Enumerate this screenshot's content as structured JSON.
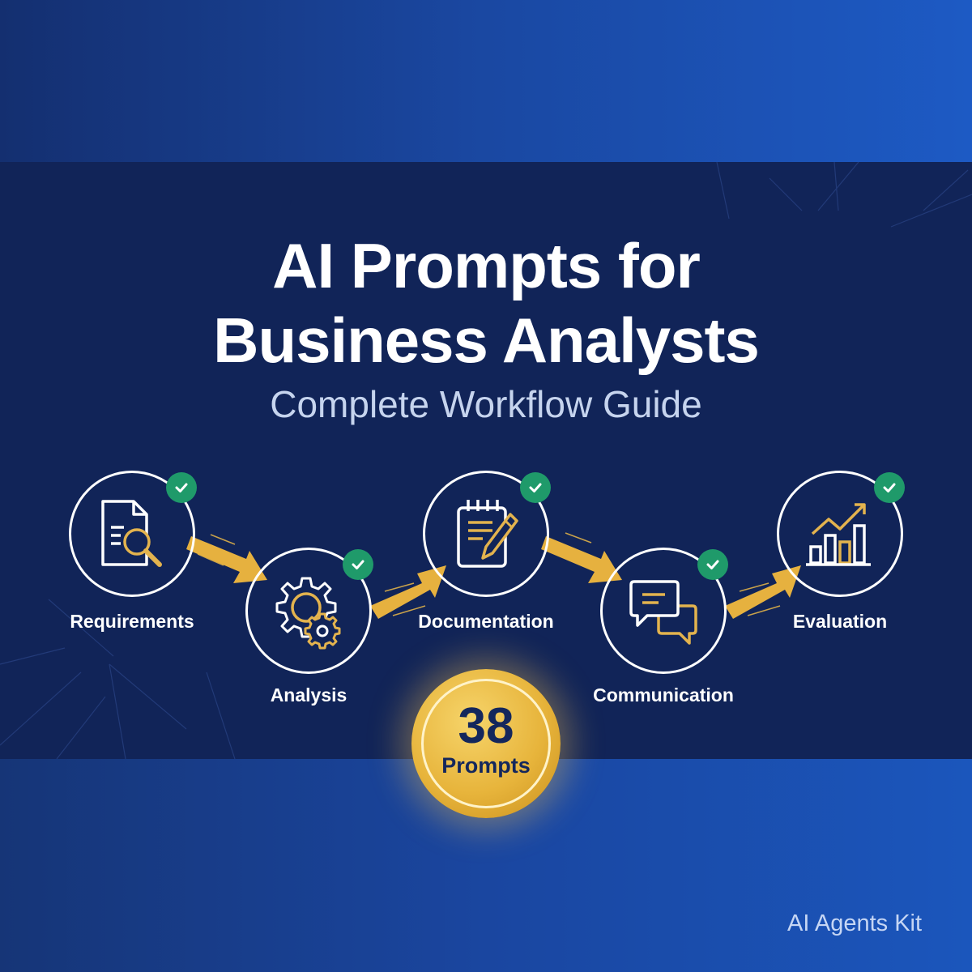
{
  "header": {
    "title_line1": "AI Prompts for",
    "title_line2": "Business Analysts",
    "subtitle": "Complete Workflow Guide"
  },
  "workflow": {
    "steps": [
      {
        "label": "Requirements",
        "icon": "document-search-icon",
        "status": "complete"
      },
      {
        "label": "Analysis",
        "icon": "gears-icon",
        "status": "complete"
      },
      {
        "label": "Documentation",
        "icon": "notepad-pencil-icon",
        "status": "complete"
      },
      {
        "label": "Communication",
        "icon": "chat-bubbles-icon",
        "status": "complete"
      },
      {
        "label": "Evaluation",
        "icon": "bar-chart-growth-icon",
        "status": "complete"
      }
    ]
  },
  "badge": {
    "count": "38",
    "unit": "Prompts"
  },
  "footer": {
    "brand": "AI Agents Kit"
  },
  "colors": {
    "band": "#112458",
    "accent_gold": "#e7b43b",
    "check_green": "#1f9a6a",
    "text_white": "#ffffff",
    "subtitle": "#c6d4ee"
  }
}
